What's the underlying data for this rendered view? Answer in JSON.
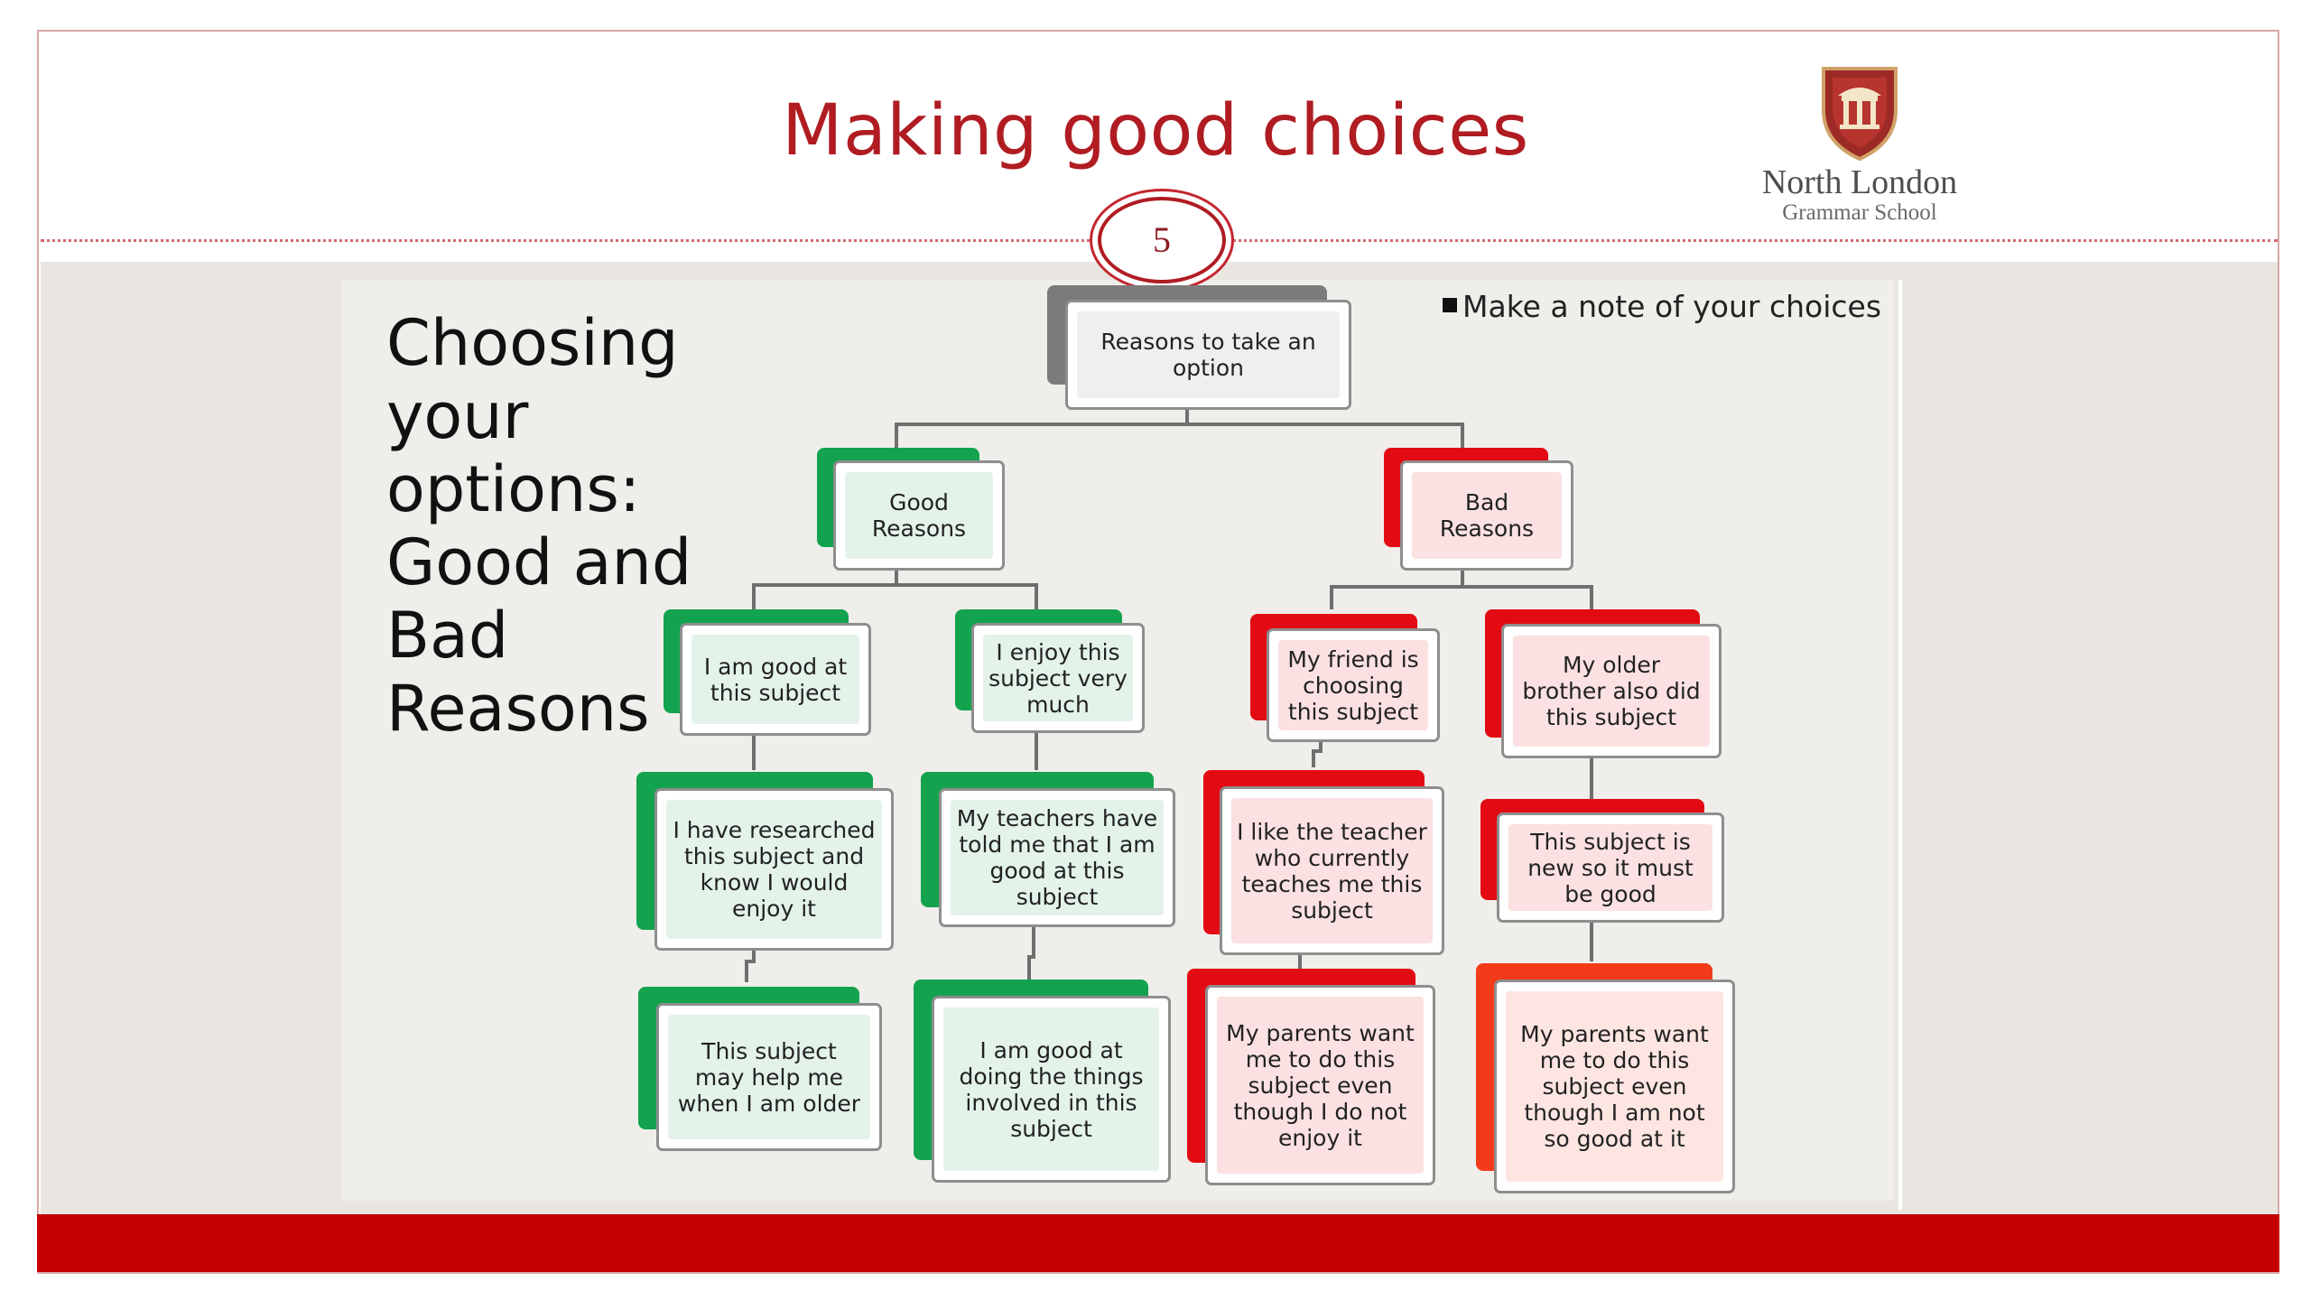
{
  "header": {
    "title": "Making good choices",
    "page_number": "5",
    "logo": {
      "line1": "North London",
      "line2": "Grammar School"
    }
  },
  "slide": {
    "heading": "Choosing your options: Good and Bad Reasons",
    "note": "Make a note of your choices"
  },
  "diagram": {
    "root": "Reasons to take an option",
    "good": {
      "label": "Good Reasons",
      "items": [
        "I am good at this subject",
        "I enjoy this subject very much",
        "I have researched this subject and know I would enjoy it",
        "My teachers have told me that I am good at this subject",
        "This subject may help me when I am older",
        "I am good at doing the things involved in this subject"
      ]
    },
    "bad": {
      "label": "Bad Reasons",
      "items": [
        "My friend is choosing this subject",
        "My older brother also did this subject",
        "I like the teacher who currently teaches me this subject",
        "This subject is new so it must be good",
        "My parents want me to do this subject even though I do not enjoy it",
        "My parents want me to do this subject even though I am not so good at it"
      ]
    }
  },
  "colors": {
    "title": "#b01c22",
    "good": "#13a34e",
    "bad": "#e30b13",
    "bottom_bar": "#c40000"
  }
}
